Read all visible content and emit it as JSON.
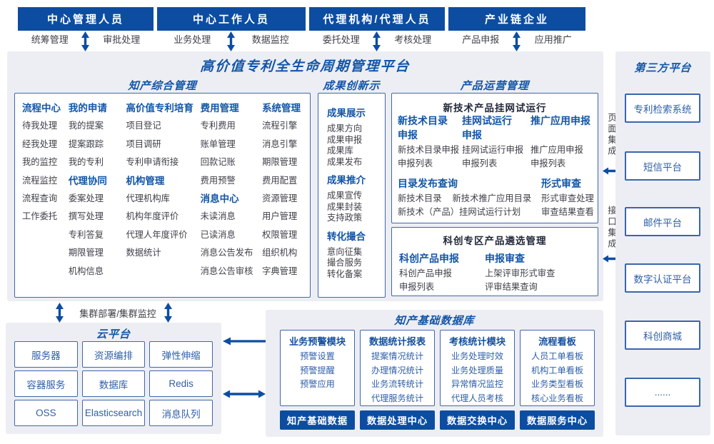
{
  "colors": {
    "primary_dark_blue": "#0c4da2",
    "title_blue": "#1356a8",
    "item_text_gray": "#3f4149",
    "item_text_blue": "#2e5fa8",
    "panel_bg": "#edeef3",
    "border_blue": "#4066ac"
  },
  "top_roles": [
    {
      "title": "中心管理人员",
      "left": "统筹管理",
      "right": "审批处理"
    },
    {
      "title": "中心工作人员",
      "left": "业务处理",
      "right": "数据监控"
    },
    {
      "title": "代理机构/代理人员",
      "left": "委托处理",
      "right": "考核处理"
    },
    {
      "title": "产业链企业",
      "left": "产品申报",
      "right": "应用推广"
    }
  ],
  "platform": {
    "title": "高价值专利全生命周期管理平台",
    "sections": {
      "zhichan": {
        "title": "知产综合管理",
        "columns": [
          {
            "groups": [
              {
                "heading": "流程中心",
                "items": [
                  "待我处理",
                  "经我处理",
                  "我的监控",
                  "流程监控",
                  "流程查询",
                  "工作委托"
                ]
              }
            ]
          },
          {
            "groups": [
              {
                "heading": "我的申请",
                "items": [
                  "我的提案",
                  "提案跟踪",
                  "我的专利"
                ]
              },
              {
                "heading": "代理协同",
                "items": [
                  "委案处理",
                  "撰写处理",
                  "专利答复",
                  "期限管理",
                  "机构信息"
                ]
              }
            ]
          },
          {
            "groups": [
              {
                "heading": "高价值专利培育",
                "items": [
                  "项目登记",
                  "项目调研",
                  "专利申请衔接"
                ]
              },
              {
                "heading": "机构管理",
                "items": [
                  "代理机构库",
                  "机构年度评价",
                  "代理人年度评价",
                  "数据统计"
                ]
              }
            ]
          },
          {
            "groups": [
              {
                "heading": "费用管理",
                "items": [
                  "专利费用",
                  "账单管理",
                  "回款记账",
                  "费用预警"
                ]
              },
              {
                "heading": "消息中心",
                "items": [
                  "未读消息",
                  "已读消息",
                  "消息公告发布",
                  "消息公告审核"
                ]
              }
            ]
          },
          {
            "groups": [
              {
                "heading": "系统管理",
                "items": [
                  "流程引擎",
                  "消息引擎",
                  "期限管理",
                  "费用配置",
                  "资源管理",
                  "用户管理",
                  "权限管理",
                  "组织机构",
                  "字典管理"
                ]
              }
            ]
          }
        ]
      },
      "chengguo": {
        "title": "成果创新示范",
        "groups": [
          {
            "heading": "成果展示",
            "items": [
              "成果方向",
              "成果申报",
              "成果库",
              "成果发布"
            ]
          },
          {
            "heading": "成果推介",
            "items": [
              "成果宣传",
              "成果封装",
              "支持政策"
            ]
          },
          {
            "heading": "转化撮合",
            "items": [
              "意向征集",
              "撮合服务",
              "转化备案"
            ]
          }
        ]
      },
      "chanpin": {
        "title": "产品运营管理",
        "box1": {
          "title": "新技术产品挂网试运行",
          "columns": [
            {
              "heading": "新技术目录申报",
              "items": [
                "新技术目录申报",
                "申报列表"
              ]
            },
            {
              "heading": "挂网试运行申报",
              "items": [
                "挂网试运行申报",
                "申报列表"
              ]
            },
            {
              "heading": "推广应用申报",
              "items": [
                "推广应用申报",
                "申报列表"
              ]
            }
          ],
          "catalog": {
            "heading": "目录发布查询",
            "row1": [
              "新技术目录",
              "新技术推广应用目录"
            ],
            "row2": "新技术（产品）挂网试运行计划"
          },
          "review": {
            "heading": "形式审查",
            "items": [
              "形式审查处理",
              "审查结果查看"
            ]
          }
        },
        "box2": {
          "title": "科创专区产品遴选管理",
          "columns": [
            {
              "heading": "科创产品申报",
              "items": [
                "科创产品申报",
                "申报列表"
              ]
            },
            {
              "heading": "申报审查",
              "items": [
                "上架评审形式审查",
                "评审结果查询"
              ]
            }
          ]
        }
      }
    }
  },
  "cluster_label": "集群部署/集群监控",
  "integrations": {
    "page": "页面集成",
    "api": "接口集成"
  },
  "cloud": {
    "title": "云平台",
    "items": [
      "服务器",
      "资源编排",
      "弹性伸缩",
      "容器服务",
      "数据库",
      "Redis",
      "OSS",
      "Elasticsearch",
      "消息队列"
    ]
  },
  "database": {
    "title": "知产基础数据库",
    "modules": [
      {
        "heading": "业务预警模块",
        "items": [
          "预警设置",
          "预警提醒",
          "预警应用"
        ]
      },
      {
        "heading": "数据统计报表",
        "items": [
          "提案情况统计",
          "办理情况统计",
          "业务流转统计",
          "代理服务统计"
        ]
      },
      {
        "heading": "考核统计模块",
        "items": [
          "业务处理时效",
          "业务处理质量",
          "异常情况监控",
          "代理人员考核"
        ]
      },
      {
        "heading": "流程看板",
        "items": [
          "人员工单看板",
          "机构工单看板",
          "业务类型看板",
          "核心业务看板"
        ]
      }
    ],
    "bars": [
      "知产基础数据",
      "数据处理中心",
      "数据交换中心",
      "数据服务中心"
    ]
  },
  "third_party": {
    "title": "第三方平台",
    "items": [
      "专利检索系统",
      "短信平台",
      "邮件平台",
      "数字认证平台",
      "科创商城",
      "......"
    ]
  }
}
